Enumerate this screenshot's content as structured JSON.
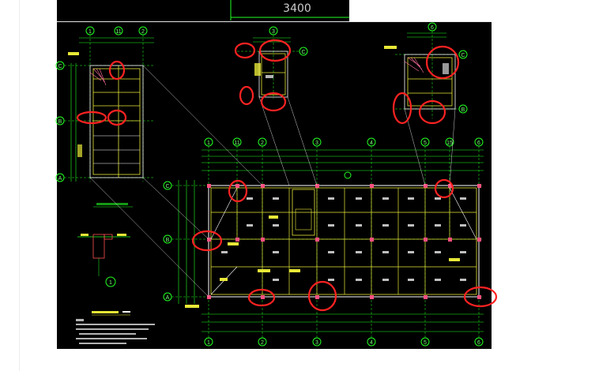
{
  "drawing": {
    "top_dimension": "3400",
    "colors": {
      "background": "#000000",
      "grid_green": "#22ff22",
      "member_yellow": "#e8e838",
      "cyan": "#00e5e5",
      "white": "#ffffff",
      "red_mark": "#ff2222",
      "pink_column": "#ff6fa0",
      "page": "#ffffff"
    },
    "detail_left": {
      "top_axes": [
        "1",
        "11",
        "2"
      ],
      "left_axes": [
        "C",
        "B",
        "A"
      ]
    },
    "detail_mid": {
      "top_axes": [
        "3"
      ],
      "right_axes": [
        "C"
      ]
    },
    "detail_right": {
      "top_axes": [
        "6"
      ],
      "right_axes": [
        "C",
        "B"
      ]
    },
    "plan": {
      "top_axes": [
        "1",
        "11",
        "2",
        "3",
        "4",
        "5",
        "15",
        "6"
      ],
      "bottom_axes": [
        "1",
        "2",
        "3",
        "4",
        "5",
        "6"
      ],
      "left_axes": [
        "C",
        "B",
        "A"
      ]
    },
    "section": {
      "label": "1"
    }
  }
}
